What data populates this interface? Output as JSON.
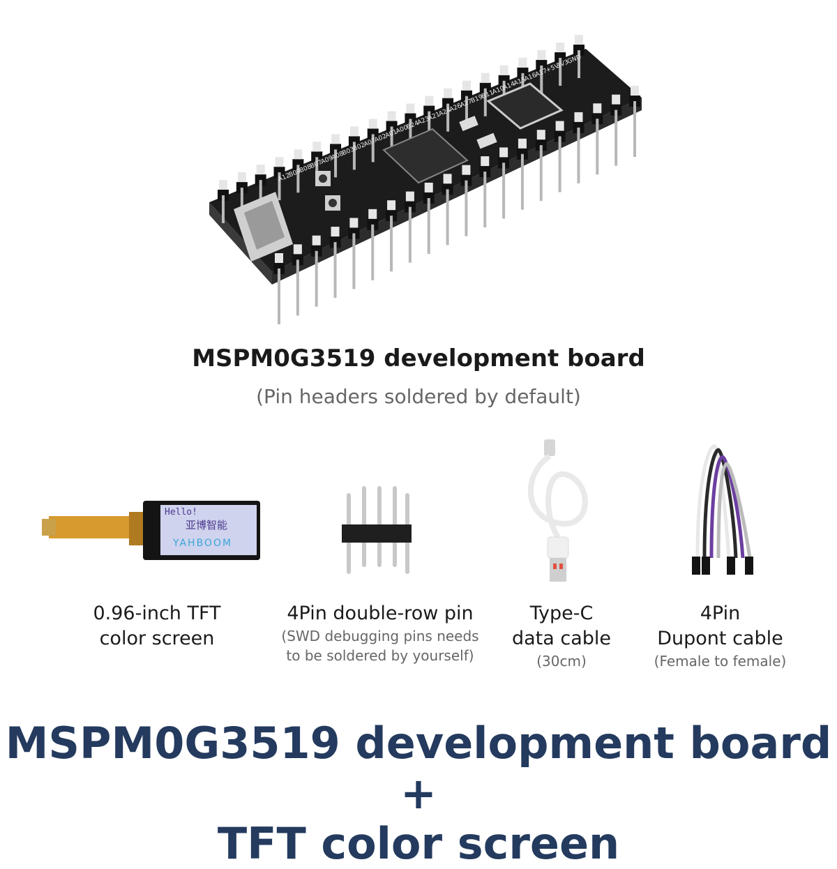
{
  "main_product": {
    "name": "MSPM0G3519 development board",
    "note": "(Pin headers soldered by default)"
  },
  "board_silkscreen": {
    "labels": [
      "A12",
      "B09",
      "B08",
      "B07",
      "A09",
      "A08",
      "B03",
      "B02",
      "A07",
      "A02",
      "A01",
      "A00",
      "B24",
      "A23",
      "A21",
      "A24",
      "A26",
      "A27",
      "B19",
      "B11",
      "A10",
      "A14",
      "A15",
      "A16",
      "A17",
      "+5V",
      "3V3",
      "GND"
    ]
  },
  "accessories": [
    {
      "id": "tft",
      "line1": "0.96-inch TFT",
      "line2": "color screen",
      "screen_text_1": "Hello!",
      "screen_text_2": "亚博智能",
      "screen_logo": "YAHBOOM"
    },
    {
      "id": "pin",
      "line1": "4Pin double-row pin",
      "small1": "(SWD debugging pins needs",
      "small2": "to be soldered by yourself)"
    },
    {
      "id": "cable",
      "line1": "Type-C",
      "line2": "data cable",
      "small1": "(30cm)"
    },
    {
      "id": "dupont",
      "line1": "4Pin",
      "line2": "Dupont cable",
      "small1": "(Female to female)"
    }
  ],
  "footer": {
    "line1": "MSPM0G3519 development board +",
    "line2": "TFT color screen"
  },
  "colors": {
    "footer": "#243a5e",
    "board": "#1c1c1c",
    "screen": "#cfd3ee",
    "cable_purple": "#6b3fa0"
  }
}
